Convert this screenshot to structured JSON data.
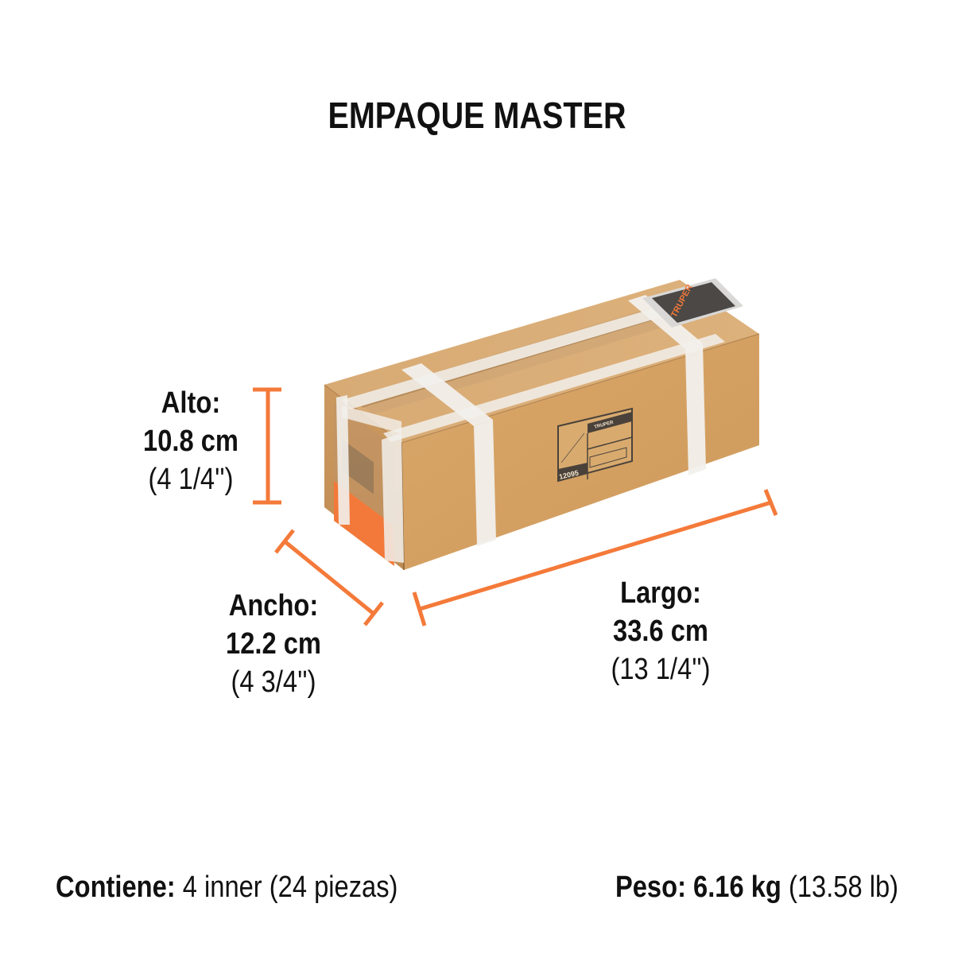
{
  "title": "EMPAQUE MASTER",
  "colors": {
    "accent": "#F47A3A",
    "cardboard_front": "#D7A468",
    "cardboard_top": "#DDB07A",
    "cardboard_end": "#C9955B",
    "strap": "#F2F0EC",
    "label_dark": "#3F3A34",
    "orange_tape": "#F2793A"
  },
  "dimensions": {
    "alto": {
      "label": "Alto:",
      "metric": "10.8 cm",
      "imperial": "(4 1/4'')"
    },
    "ancho": {
      "label": "Ancho:",
      "metric": "12.2 cm",
      "imperial": "(4 3/4'')"
    },
    "largo": {
      "label": "Largo:",
      "metric": "33.6 cm",
      "imperial": "(13 1/4'')"
    }
  },
  "box": {
    "brand": "TRUPER",
    "model_code": "12095",
    "side_sticker_text": "TRUPER"
  },
  "footer": {
    "contents": {
      "key": "Contiene:",
      "value": "4 inner (24 piezas)"
    },
    "weight": {
      "key": "Peso:",
      "value_metric": "6.16 kg",
      "value_imperial": "(13.58 lb)"
    }
  }
}
